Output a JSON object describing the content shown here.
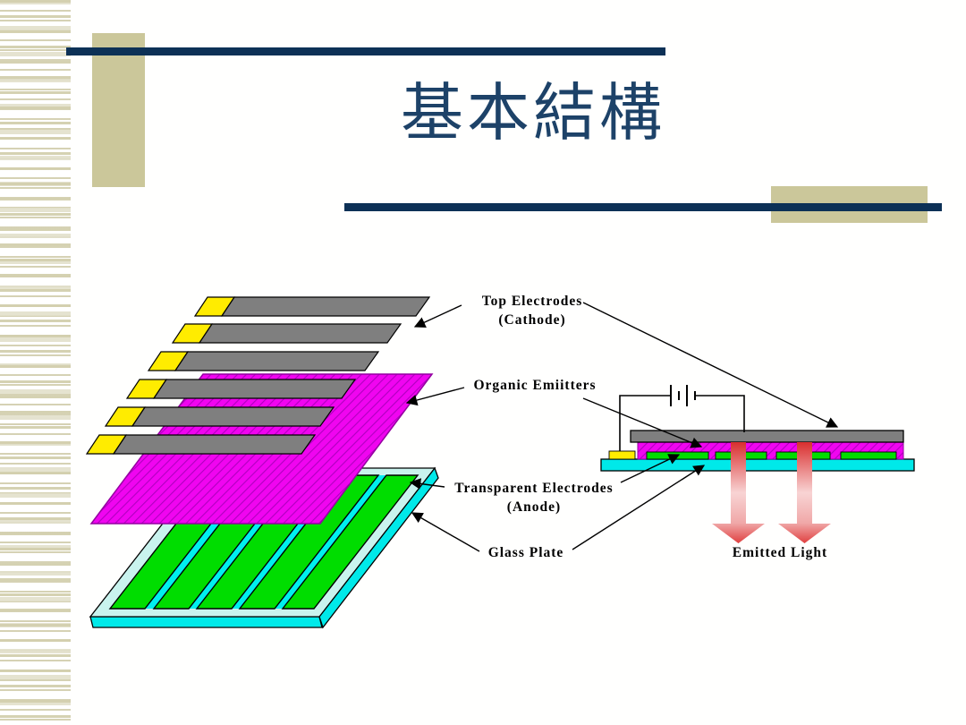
{
  "slide": {
    "title": "基本結構",
    "colors": {
      "navy_accent": "#0d3156",
      "khaki_accent": "#cbc79a"
    }
  },
  "diagram": {
    "labels": {
      "top_electrodes": {
        "line1": "Top Electrodes",
        "line2": "(Cathode)"
      },
      "organic_emitters": {
        "line1": "Organic Emiitters"
      },
      "transparent_electrodes": {
        "line1": "Transparent Electrodes",
        "line2": "(Anode)"
      },
      "glass_plate": {
        "line1": "Glass Plate"
      },
      "emitted_light": {
        "line1": "Emitted Light"
      }
    },
    "colors": {
      "cathode_gray": "#7f7f7f",
      "contact_pad_yellow": "#ffec00",
      "organic_emitter_magenta": "#f005f0",
      "anode_green": "#00dd00",
      "glass_cyan": "#00e9e9",
      "emitted_light_red": "#dd3333"
    },
    "counts": {
      "top_electrode_strips": 6,
      "anode_stripes": 5,
      "emitted_light_arrows": 2
    }
  }
}
